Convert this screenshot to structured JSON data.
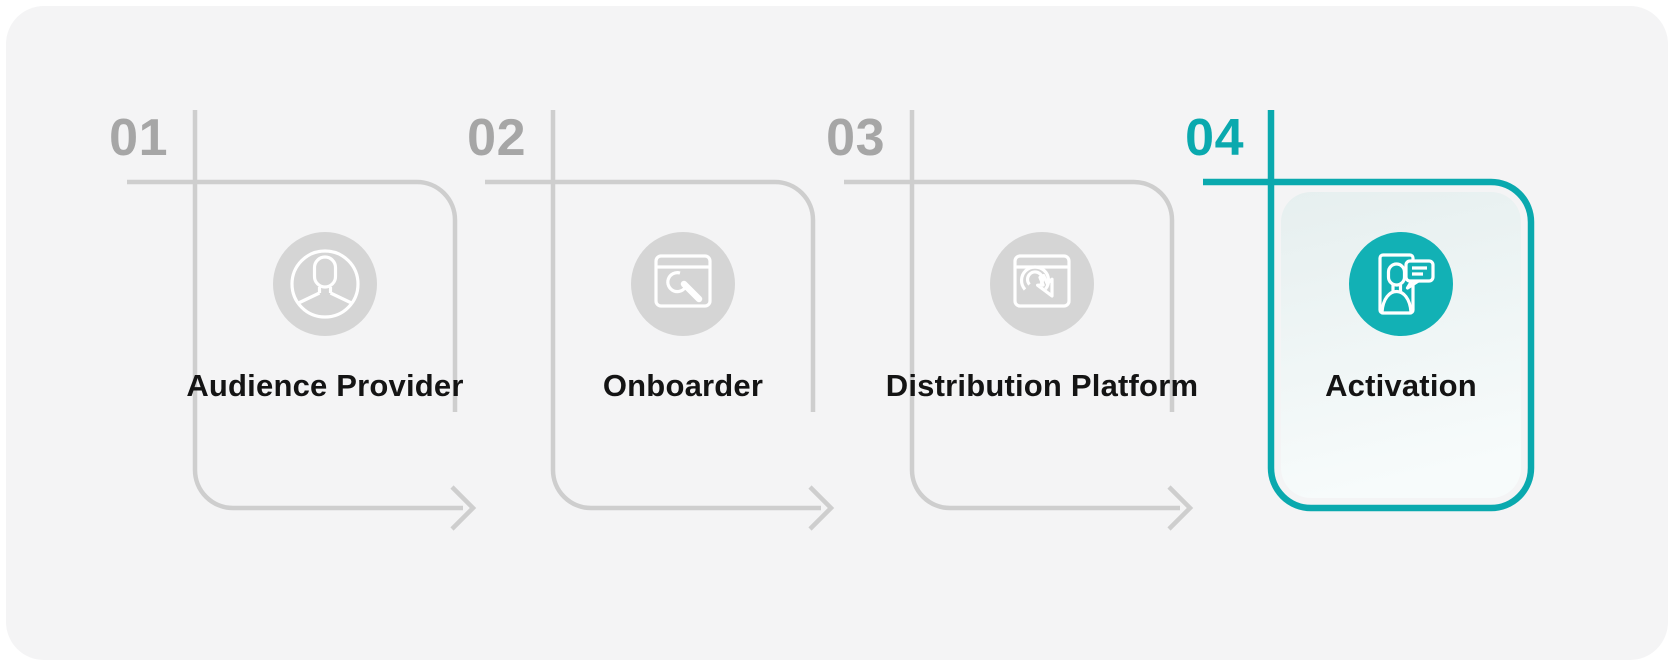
{
  "diagram": {
    "name": "four-step-activation-flow",
    "active_step_index": 3
  },
  "steps": [
    {
      "number": "01",
      "label": "Audience Provider",
      "icon": "user-avatar-icon",
      "state": "inactive"
    },
    {
      "number": "02",
      "label": "Onboarder",
      "icon": "browser-wrench-icon",
      "state": "inactive"
    },
    {
      "number": "03",
      "label": "Distribution Platform",
      "icon": "browser-cursor-icon",
      "state": "inactive"
    },
    {
      "number": "04",
      "label": "Activation",
      "icon": "id-card-chat-icon",
      "state": "active"
    }
  ],
  "colors": {
    "accent_teal": "#0aa9ae",
    "accent_teal_strong": "#12b1b5",
    "line_gray": "#cecece",
    "number_gray": "#a6a6a6",
    "icon_bg_gray": "#d5d5d5",
    "panel_bg": "#f4f4f5",
    "title_text": "#141414",
    "card_fill_top": "#e6efef",
    "card_fill_bottom": "#f7fbfb"
  }
}
